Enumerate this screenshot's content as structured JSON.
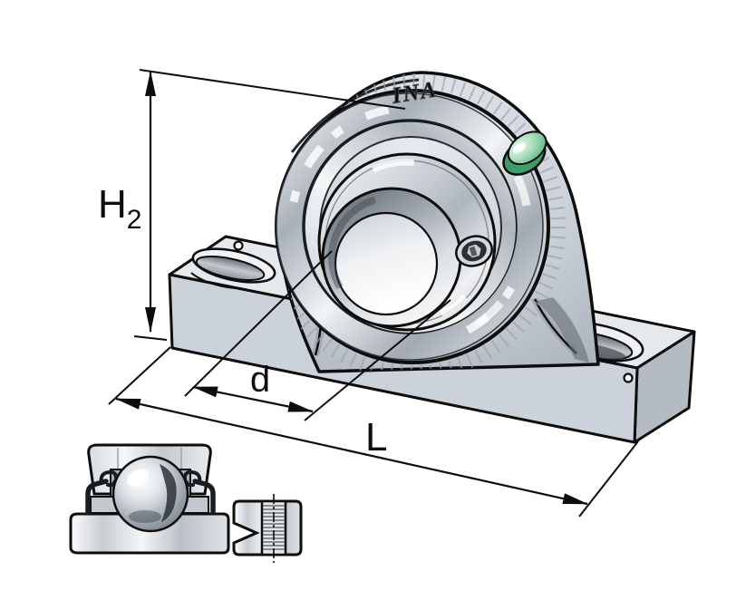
{
  "brand_logo": "INA",
  "dimension_labels": {
    "height_main": "H",
    "height_sub": "2",
    "bore": "d",
    "length": "L"
  },
  "colors": {
    "housing_top": "#e6e9ec",
    "housing_front": "#ccd2d9",
    "housing_side": "#b4bbc3",
    "outline": "#111111",
    "lube_plug_rim": "#3f9e68",
    "background": "#ffffff"
  }
}
